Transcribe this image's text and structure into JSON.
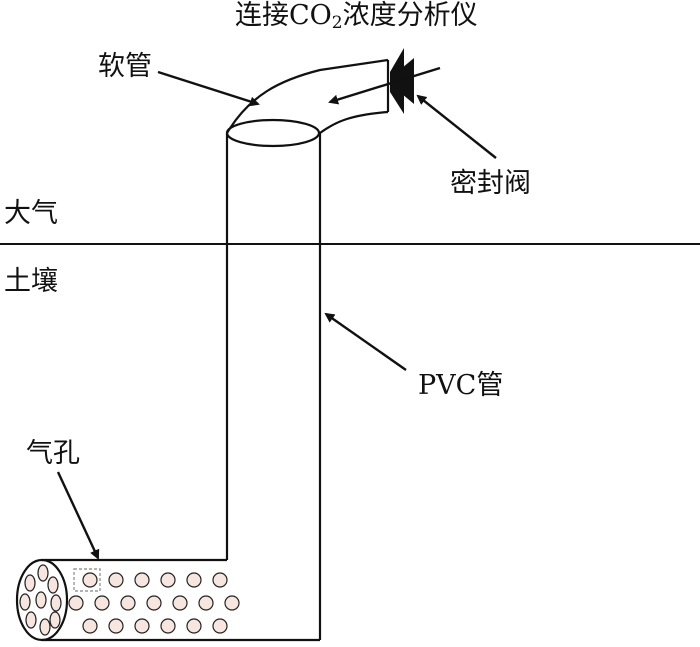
{
  "labels": {
    "analyzer_prefix": "连接CO",
    "analyzer_sub": "2",
    "analyzer_suffix": "浓度分析仪",
    "hose": "软管",
    "valve": "密封阀",
    "atmosphere": "大气",
    "soil": "土壤",
    "pvc": "PVC管",
    "pores": "气孔"
  },
  "colors": {
    "line": "#111111",
    "hole_fill": "#f6e6df",
    "background": "#ffffff"
  }
}
